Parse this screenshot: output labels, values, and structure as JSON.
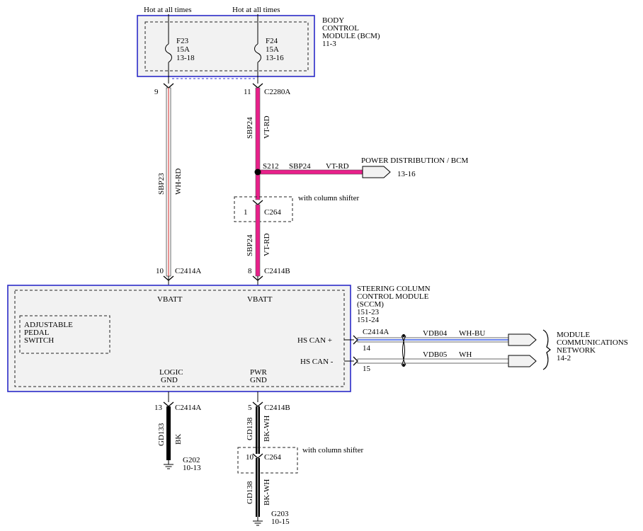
{
  "bcm": {
    "title": [
      "BODY",
      "CONTROL",
      "MODULE (BCM)",
      "11-3"
    ],
    "hot_left": "Hot at all times",
    "hot_right": "Hot at all times",
    "fuse_left": [
      "F23",
      "15A",
      "13-18"
    ],
    "fuse_right": [
      "F24",
      "15A",
      "13-16"
    ]
  },
  "wires": {
    "pin_9": "9",
    "pin_11": "11",
    "c2280a": "C2280A",
    "sbp23": "SBP23",
    "wh_rd": "WH-RD",
    "sbp24_top": "SBP24",
    "vt_rd_top": "VT-RD",
    "s212": "S212",
    "sbp24_branch": "SBP24",
    "vt_rd_branch": "VT-RD",
    "power_dist": "POWER DISTRIBUTION / BCM",
    "power_dist_ref": "13-16",
    "column_shifter_1": "with column shifter",
    "c264_pin_1": "1",
    "c264_top": "C264",
    "sbp24_lower": "SBP24",
    "vt_rd_lower": "VT-RD",
    "pin_10": "10",
    "c2414a_top": "C2414A",
    "pin_8": "8",
    "c2414b_top": "C2414B"
  },
  "sccm": {
    "title": [
      "STEERING COLUMN",
      "CONTROL MODULE",
      "(SCCM)",
      "151-23",
      "151-24"
    ],
    "vbatt_left": "VBATT",
    "vbatt_right": "VBATT",
    "pedal_switch": [
      "ADJUSTABLE",
      "PEDAL",
      "SWITCH"
    ],
    "hs_can_plus": "HS CAN +",
    "hs_can_minus": "HS CAN -",
    "logic_gnd": [
      "LOGIC",
      "GND"
    ],
    "pwr_gnd": [
      "PWR",
      "GND"
    ]
  },
  "can": {
    "c2414a": "C2414A",
    "pin_14": "14",
    "pin_15": "15",
    "vdb04": "VDB04",
    "wh_bu": "WH-BU",
    "vdb05": "VDB05",
    "wh": "WH",
    "network": [
      "MODULE",
      "COMMUNICATIONS",
      "NETWORK",
      "14-2"
    ]
  },
  "ground": {
    "pin_13": "13",
    "c2414a": "C2414A",
    "gd133": "GD133",
    "bk": "BK",
    "g202": [
      "G202",
      "10-13"
    ],
    "pin_5": "5",
    "c2414b": "C2414B",
    "gd138_top": "GD138",
    "bk_wh_top": "BK-WH",
    "column_shifter_2": "with column shifter",
    "c264_pin_10": "10",
    "c264_bottom": "C264",
    "gd138_bottom": "GD138",
    "bk_wh_bottom": "BK-WH",
    "g203": [
      "G203",
      "10-15"
    ]
  },
  "colors": {
    "module_border": "#2b2bc8",
    "module_fill": "#f2f2f2",
    "vt_rd": "#e8208a",
    "wh_bu": "#3a5de8",
    "wh_rd_stripe": "#d94a4a"
  }
}
